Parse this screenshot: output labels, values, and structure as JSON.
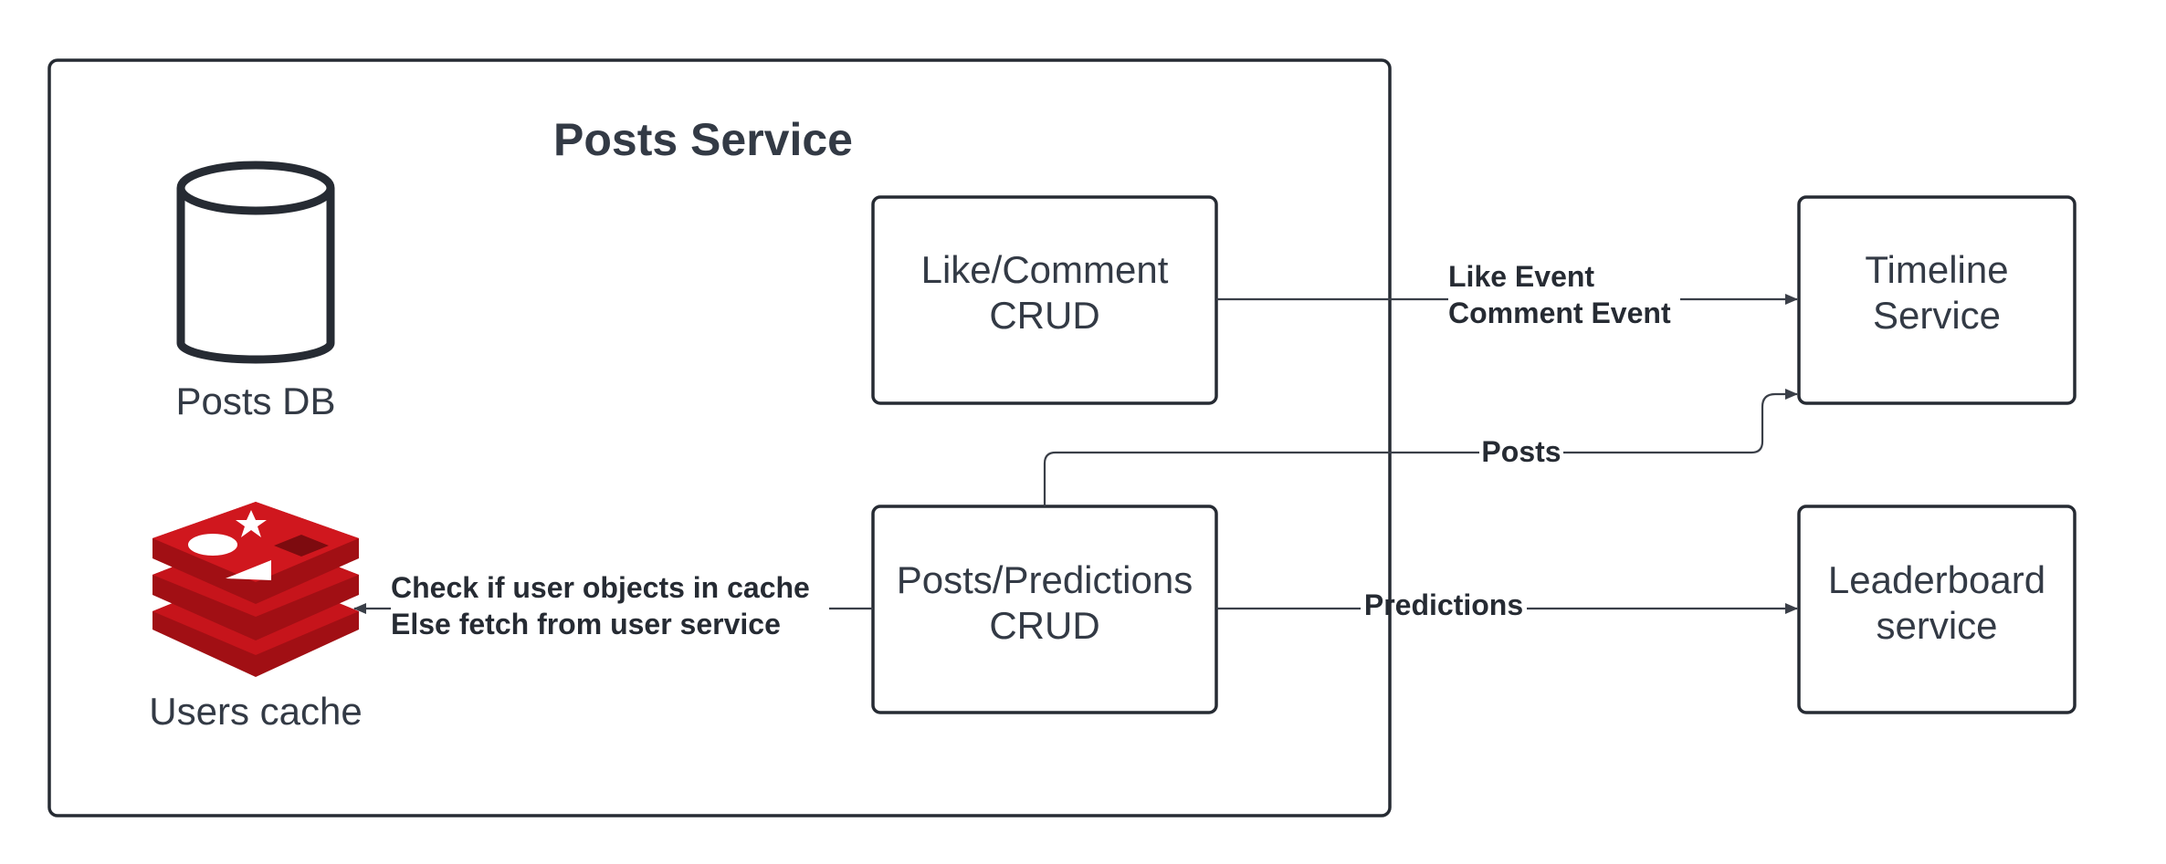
{
  "colors": {
    "stroke": "#262b33",
    "text": "#333a45",
    "redis_red": "#c6141b",
    "redis_dark": "#a10f14",
    "background": "#ffffff"
  },
  "container": {
    "title": "Posts Service"
  },
  "nodes": {
    "posts_db": {
      "label": "Posts DB",
      "icon": "database-cylinder-icon"
    },
    "users_cache": {
      "label": "Users cache",
      "icon": "redis-icon"
    },
    "like_comment": {
      "line1": "Like/Comment",
      "line2": "CRUD"
    },
    "posts_predictions": {
      "line1": "Posts/Predictions",
      "line2": "CRUD"
    },
    "timeline": {
      "line1": "Timeline",
      "line2": "Service"
    },
    "leaderboard": {
      "line1": "Leaderboard",
      "line2": "service"
    }
  },
  "edges": {
    "events": {
      "line1": "Like Event",
      "line2": "Comment Event"
    },
    "posts": {
      "label": "Posts"
    },
    "predictions": {
      "label": "Predictions"
    },
    "cache": {
      "line1": "Check if user objects in cache",
      "line2": "Else fetch from user service"
    }
  }
}
